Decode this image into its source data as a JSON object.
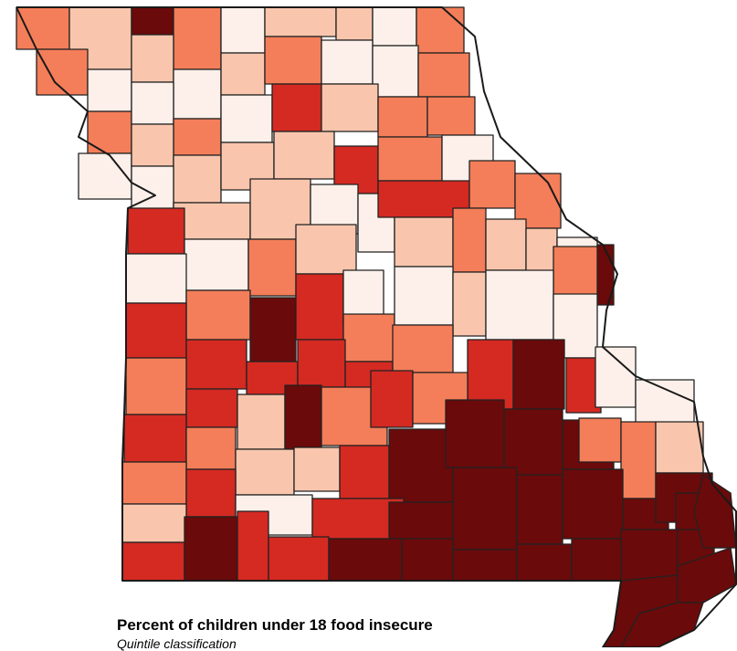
{
  "map": {
    "title": "Percent of children under 18 food insecure",
    "subtitle": "Quintile classification",
    "classification": "quintile",
    "quintile_colors": [
      "#fdf0ea",
      "#f9c6ad",
      "#f47e59",
      "#d42a22",
      "#6a0a0a"
    ]
  }
}
